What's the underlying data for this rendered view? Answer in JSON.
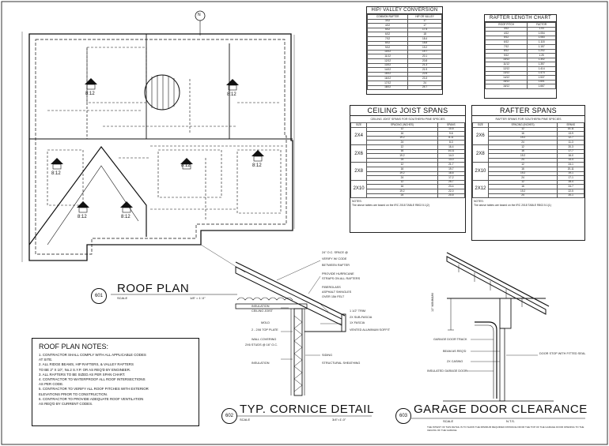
{
  "roof_plan": {
    "bubble": "601",
    "title": "ROOF PLAN",
    "scale_label": "SCALE",
    "scale": "1/8\" = 1'-0\"",
    "north": "N",
    "pitches": [
      "8:12",
      "8:12",
      "8:12",
      "8:12",
      "8:12",
      "8:12",
      "8:12"
    ]
  },
  "cornice": {
    "bubble": "602",
    "title": "TYP. CORNICE DETAIL",
    "scale_label": "SCALE",
    "scale": "3/4\"=1'-0\"",
    "callouts": [
      "24\" O.C. SPACE @",
      "VERIFY W/ CODE",
      "BETWEEN RAFTER",
      "PROVIDE HURRICANE",
      "STRAPS ON ALL RAFTERS",
      "FIBERGLASS",
      "ASPHALT SHINGLES",
      "OVER 15# FELT",
      "1 1/2\" TRIM",
      "2X SUB-FASCIA",
      "1X FASCIA",
      "VENTED ALUMINUM SOFFIT",
      "INSULATION",
      "CEILING JOIST",
      "MOLD",
      "2 - 2X6 TOP PLATE",
      "WALL COVERING",
      "2X6 STUDS @ 16\" O.C.",
      "SIDING",
      "STRUCTURAL SHEATHING",
      "INSULATION"
    ]
  },
  "garage": {
    "bubble": "603",
    "title": "GARAGE DOOR CLEARANCE",
    "scale_label": "SCALE",
    "scale": "N.T.S.",
    "callouts": [
      "GARAGE DOOR TRACK",
      "BEAM AS REQ'D",
      "2X CASING",
      "INSULATED GARAGE DOOR",
      "DOOR STOP WITH FITTED SEAL",
      "12\" MINIMUM"
    ],
    "note": "THE INTENT OF THIS DETAIL IS TO SHOW THE MINIMUM REQUIRED DISTANCE FROM THE TOP OF THE GARAGE DOOR OPENING TO THE CEILING OF THE GARAGE"
  },
  "notes": {
    "title": "ROOF PLAN NOTES:",
    "items": [
      "1. CONTRACTOR SHALL COMPLY WITH ALL APPLICABLE CODES",
      "   AT SITE.",
      "2. ALL RIDGE BEAMS, HIP RAFTERS, & VALLEY RAFTERS",
      "   TO BE 2\" X 10\", No.2 S.Y.P. OR AS REQ'D BY ENGINEER.",
      "3. ALL RAFTERS TO BE SIZED AS PER SPAN CHART.",
      "4. CONTRACTOR TO WATERPROOF ALL ROOF INTERSECTIONS",
      "   AS PER CODE.",
      "5. CONTRACTOR TO VERIFY ALL ROOF PITCHES WITH EXTERIOR",
      "   ELEVATIONS PRIOR TO CONSTRUCTION.",
      "6. CONTRACTOR TO PROVIDE ADEQUATE ROOF VENTILATION",
      "   AS REQ'D BY CURRENT CODES."
    ]
  },
  "hip_valley": {
    "title": "HIP/ VALLEY CONVERSION",
    "col1": "COMMON RAFTER",
    "col2": "HIP OR VALLEY",
    "rows": [
      [
        "3/12",
        "17"
      ],
      [
        "4/12",
        "17"
      ],
      [
        "5/12",
        "17.5"
      ],
      [
        "6/12",
        "18"
      ],
      [
        "7/12",
        "18.4"
      ],
      [
        "8/12",
        "18.8"
      ],
      [
        "9/12",
        "19.2"
      ],
      [
        "10/12",
        "19.7"
      ],
      [
        "11/12",
        "20.1"
      ],
      [
        "12/12",
        "20.8"
      ],
      [
        "13/12",
        "21.3"
      ],
      [
        "14/12",
        "21.9"
      ],
      [
        "15/12",
        "22.6"
      ],
      [
        "16/12",
        "23.3"
      ],
      [
        "17/12",
        "24"
      ],
      [
        "18/12",
        "24.7"
      ]
    ]
  },
  "rafter_length": {
    "title": "RAFTER LENGTH CHART",
    "col1": "ROOF PITCH",
    "col2": "FACTOR",
    "rows": [
      [
        "3/12",
        "1.03"
      ],
      [
        "4/12",
        "1.054"
      ],
      [
        "5/12",
        "1.083"
      ],
      [
        "6/12",
        "1.118"
      ],
      [
        "7/12",
        "1.157"
      ],
      [
        "8/12",
        "1.202"
      ],
      [
        "9/12",
        "1.25"
      ],
      [
        "10/12",
        "1.302"
      ],
      [
        "11/12",
        "1.357"
      ],
      [
        "12/12",
        "1.414"
      ],
      [
        "13/12",
        "1.474"
      ],
      [
        "14/12",
        "1.537"
      ],
      [
        "15/12",
        "1.601"
      ],
      [
        "16/12",
        "1.667"
      ]
    ]
  },
  "ceiling_joist": {
    "title": "CEILING JOIST SPANS",
    "desc": "CEILING JOIST SPANS FOR SOUTHERN PINE SPECIES",
    "size": "SIZE",
    "spacing": "SPACING (INCHES)",
    "spans": "SPANS",
    "sizes": [
      "2X4",
      "2X6",
      "2X8",
      "2X10"
    ],
    "rows": [
      [
        "12",
        "10-5"
      ],
      [
        "16",
        "9-6"
      ],
      [
        "19.2",
        "8-11"
      ],
      [
        "24",
        "8-3"
      ],
      [
        "12",
        "16-4"
      ],
      [
        "16",
        "14-11"
      ],
      [
        "19.2",
        "14-0"
      ],
      [
        "24",
        "13-0"
      ],
      [
        "12",
        "21-7"
      ],
      [
        "16",
        "19-7"
      ],
      [
        "19.2",
        "18-6"
      ],
      [
        "24",
        "17-2"
      ],
      [
        "12",
        "25-7"
      ],
      [
        "16",
        "23-4"
      ],
      [
        "19.2",
        "22-0"
      ],
      [
        "24",
        "20-5"
      ]
    ],
    "notes": "NOTES:",
    "footer": "The above tables are based on the IRC 2018 TABLE R802.5.1(2)"
  },
  "rafter_spans": {
    "title": "RAFTER SPANS",
    "desc": "RAFTER SPANS FOR SOUTHERN PINE SPECIES",
    "size": "SIZE",
    "spacing": "SPACING (INCHES)",
    "spans": "SPANS",
    "sizes": [
      "2X6",
      "2X8",
      "2X10",
      "2X12"
    ],
    "rows": [
      [
        "12",
        "15-11"
      ],
      [
        "16",
        "13-9"
      ],
      [
        "19.2",
        "12-7"
      ],
      [
        "24",
        "11-3"
      ],
      [
        "12",
        "20-3"
      ],
      [
        "16",
        "17-7"
      ],
      [
        "19.2",
        "16-0"
      ],
      [
        "24",
        "14-4"
      ],
      [
        "12",
        "24-1"
      ],
      [
        "16",
        "20-11"
      ],
      [
        "19.2",
        "19-1"
      ],
      [
        "24",
        "17-1"
      ],
      [
        "12",
        "28-4"
      ],
      [
        "16",
        "24-7"
      ],
      [
        "19.2",
        "22-5"
      ],
      [
        "24",
        "20-1"
      ]
    ],
    "notes": "NOTES:",
    "footer": "The above tables are based on the IRC 2018 TABLE R802.5.1(1)"
  }
}
